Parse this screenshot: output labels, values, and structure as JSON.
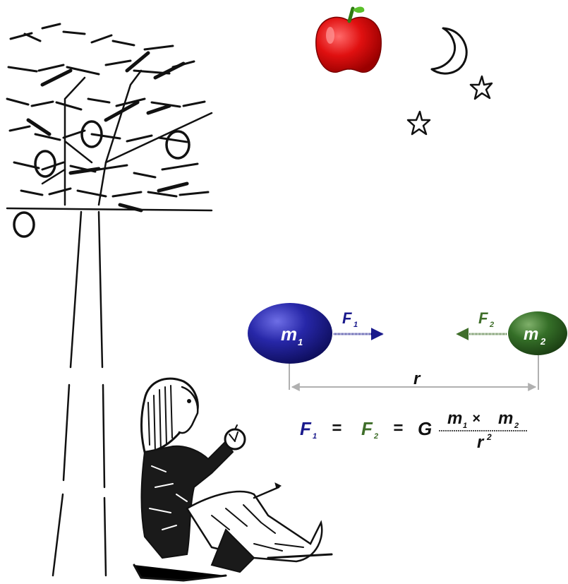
{
  "diagram": {
    "mass1_label": "m",
    "mass1_sub": "1",
    "mass2_label": "m",
    "mass2_sub": "2",
    "force1_label": "F",
    "force1_sub": "1",
    "force2_label": "F",
    "force2_sub": "2",
    "distance_label": "r"
  },
  "equation": {
    "lhs": "F",
    "lhs_sub": "1",
    "eq1": "=",
    "mid": "F",
    "mid_sub": "2",
    "eq2": "=",
    "g": "G",
    "num_m1": "m",
    "num_m1_sub": "1",
    "times": "×",
    "num_m2": "m",
    "num_m2_sub": "2",
    "den": "r",
    "den_sup": "2"
  },
  "colors": {
    "force1": "#1a1a8c",
    "force2": "#3f6e2a",
    "apple": "#e01010",
    "mass1": "#1b1b8a",
    "mass2": "#2f6a22"
  },
  "icons": [
    "apple-icon",
    "moon-icon",
    "star-icon",
    "tree-illustration",
    "person-illustration"
  ]
}
